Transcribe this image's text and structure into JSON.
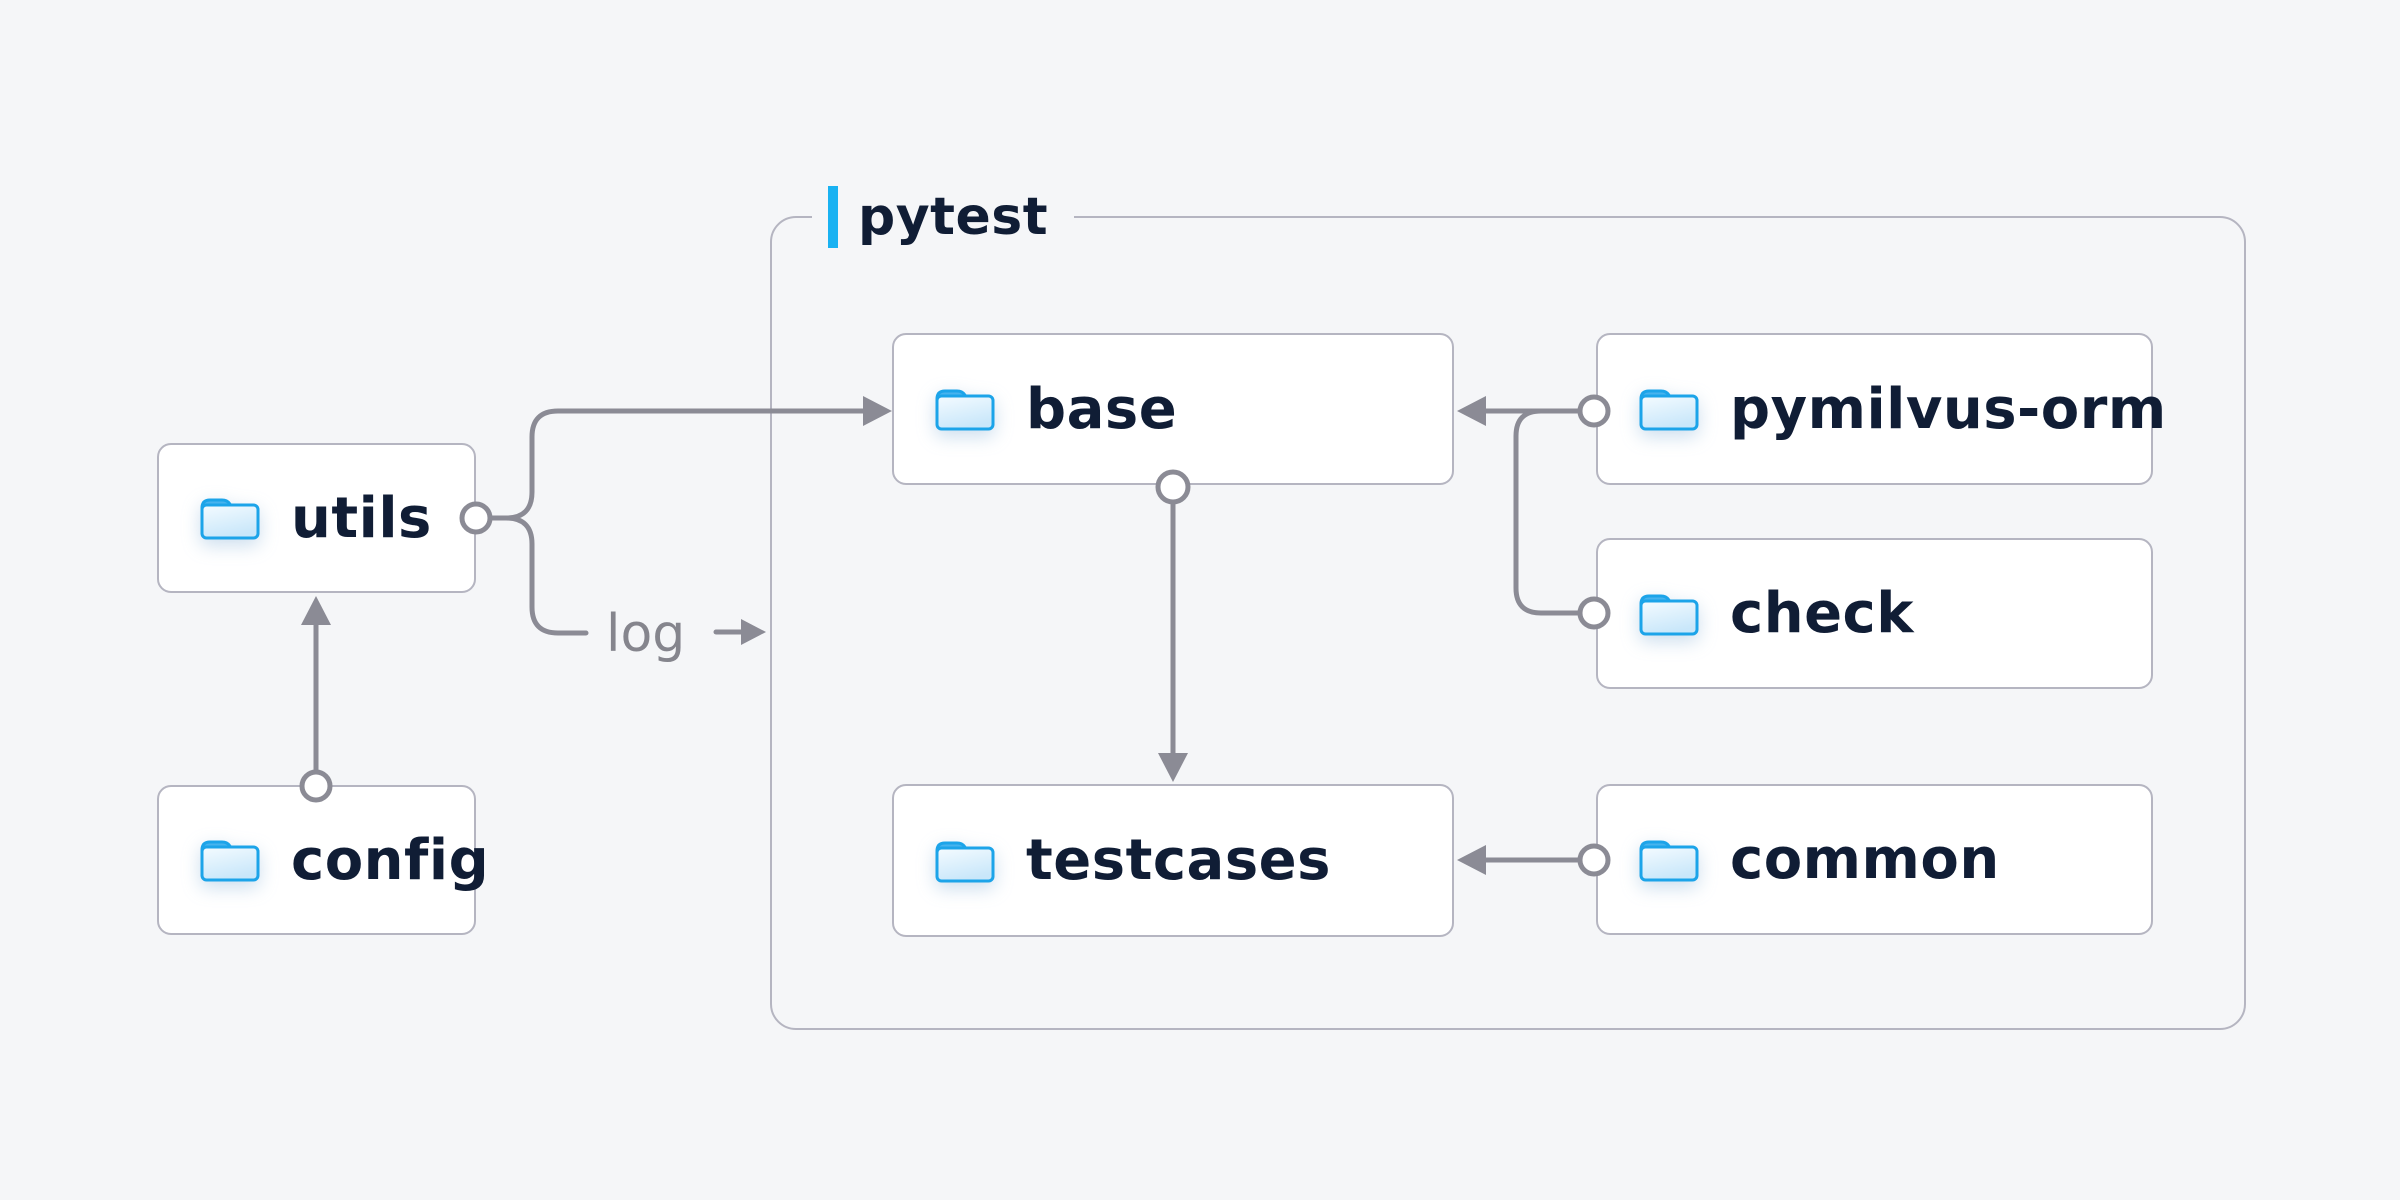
{
  "diagram": {
    "container": {
      "label": "pytest"
    },
    "edge_label": "log",
    "nodes": [
      {
        "id": "utils",
        "label": "utils"
      },
      {
        "id": "config",
        "label": "config"
      },
      {
        "id": "base",
        "label": "base"
      },
      {
        "id": "pymilvus-orm",
        "label": "pymilvus-orm"
      },
      {
        "id": "check",
        "label": "check"
      },
      {
        "id": "testcases",
        "label": "testcases"
      },
      {
        "id": "common",
        "label": "common"
      }
    ],
    "edges": [
      {
        "from": "config",
        "to": "utils"
      },
      {
        "from": "utils",
        "to": "base"
      },
      {
        "from": "utils",
        "to": "log"
      },
      {
        "from": "pymilvus-orm",
        "to": "base"
      },
      {
        "from": "check",
        "to": "base"
      },
      {
        "from": "base",
        "to": "testcases"
      },
      {
        "from": "common",
        "to": "testcases"
      }
    ],
    "colors": {
      "background": "#f5f6f8",
      "box_fill": "#ffffff",
      "border": "#b5b5c1",
      "wire": "#8b8b95",
      "text": "#101d35",
      "muted_text": "#85858d",
      "accent_blue": "#19b2f2",
      "folder_stroke": "#1ca4e9",
      "folder_tab": "#47b3ee"
    }
  }
}
